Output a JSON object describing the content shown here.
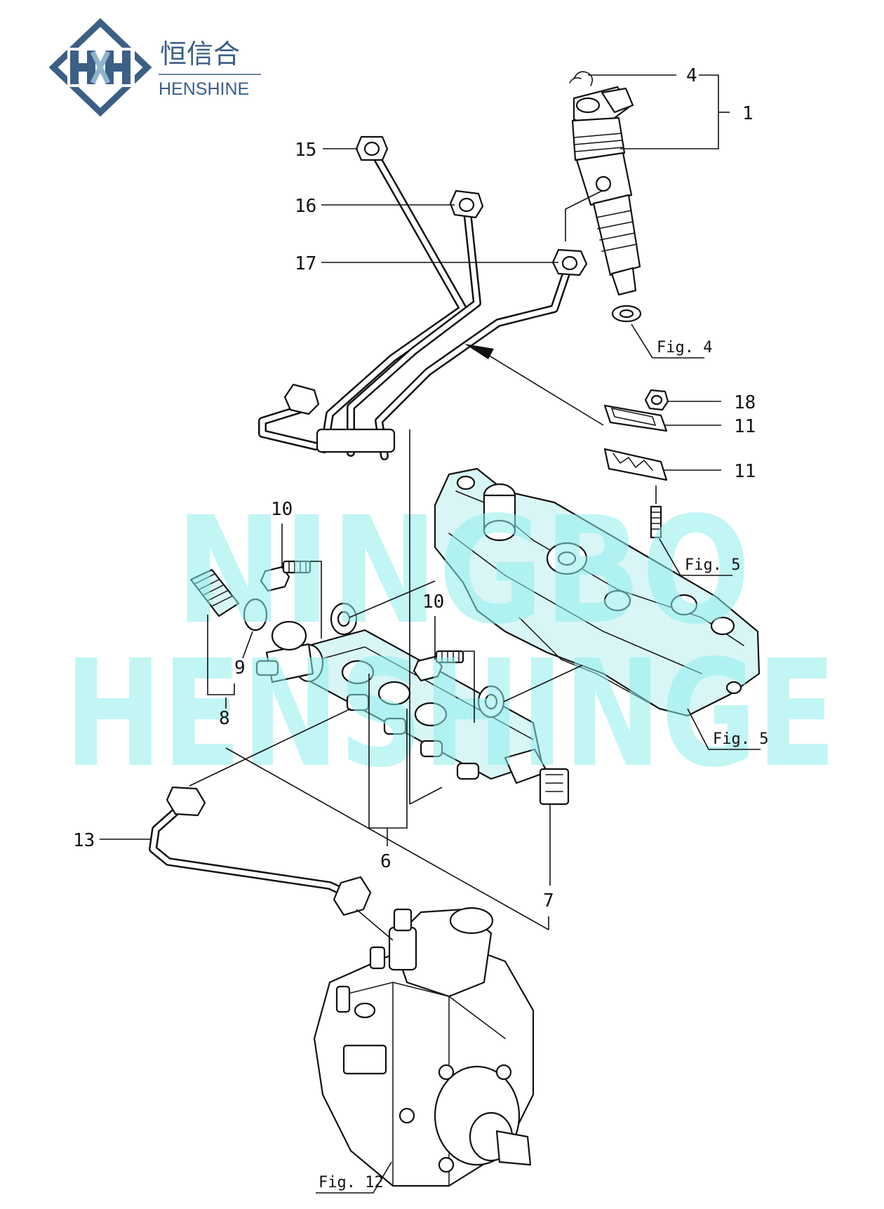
{
  "logo": {
    "chinese_name": "恒信合",
    "english_name": "HENSHINE",
    "color": "#3b5f85",
    "accent": "#8fb3cf"
  },
  "watermark": {
    "line1": "NINGBO",
    "line2": "HENSHINGE",
    "color": "#8ff0ee"
  },
  "callouts": {
    "c1": "1",
    "c4": "4",
    "c6": "6",
    "c7": "7",
    "c8": "8",
    "c9": "9",
    "c10a": "10",
    "c10b": "10",
    "c11a": "11",
    "c11b": "11",
    "c13": "13",
    "c15": "15",
    "c16": "16",
    "c17": "17",
    "c18": "18"
  },
  "figure_refs": {
    "fig4": "Fig. 4",
    "fig5a": "Fig. 5",
    "fig5b": "Fig. 5",
    "fig12": "Fig. 12"
  }
}
